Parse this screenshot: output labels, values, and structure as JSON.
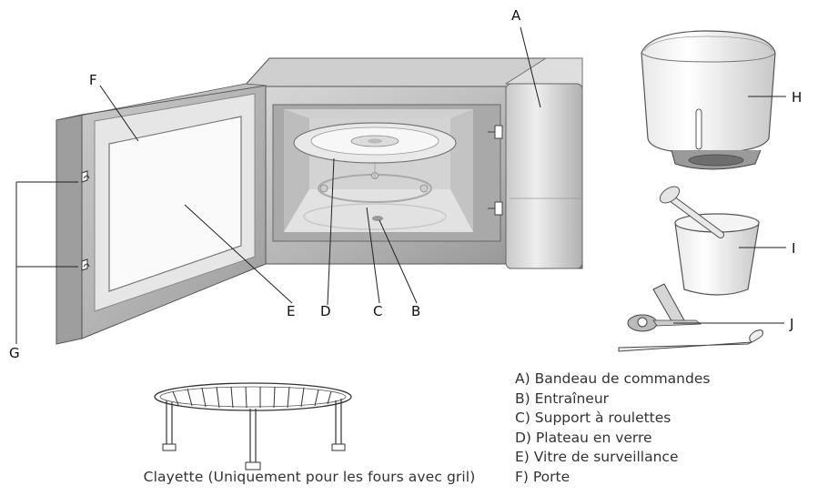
{
  "callouts": {
    "A": "A",
    "B": "B",
    "C": "C",
    "D": "D",
    "E": "E",
    "F": "F",
    "G": "G",
    "H": "H",
    "I": "I",
    "J": "J"
  },
  "caption": "Clayette (Uniquement pour les fours avec gril)",
  "legend": [
    "A) Bandeau de commandes",
    "B) Entraîneur",
    "C) Support à roulettes",
    "D) Plateau en verre",
    "E) Vitre de surveillance",
    "F) Porte"
  ]
}
